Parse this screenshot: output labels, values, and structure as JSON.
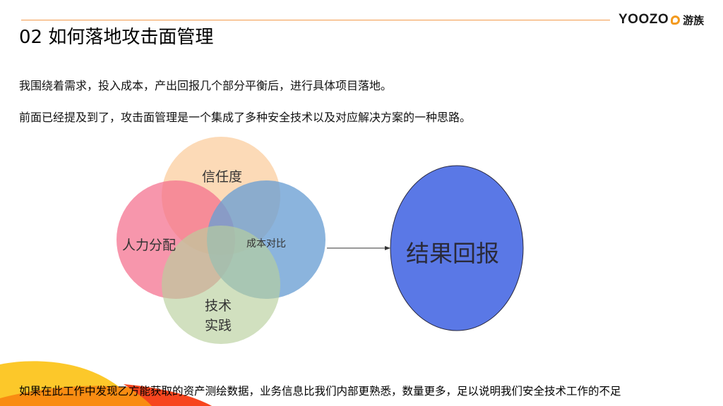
{
  "header": {
    "logo_text": "YOOZO",
    "logo_cn": "游族",
    "accent_color": "#f39a4c"
  },
  "slide": {
    "title": "02 如何落地攻击面管理",
    "paragraphs": [
      "我围绕着需求，投入成本，产出回报几个部分平衡后，进行具体项目落地。",
      "前面已经提及到了，攻击面管理是一个集成了多种安全技术以及对应解决方案的一种思路。"
    ],
    "footer_text": "如果在此工作中发现乙方能获取的资产测绘数据，业务信息比我们内部更熟悉，数量更多，足以说明我们安全技术工作的不足"
  },
  "diagram": {
    "circles": [
      {
        "label": "信任度",
        "color": "#fbd3aa"
      },
      {
        "label": "人力分配",
        "color": "#f7889e"
      },
      {
        "label": "成本对比",
        "color": "#78a8d8"
      },
      {
        "label_line1": "技术",
        "label_line2": "实践",
        "color": "#c6d9b0"
      }
    ],
    "result": {
      "label": "结果回报",
      "color": "#5a78e6"
    }
  }
}
